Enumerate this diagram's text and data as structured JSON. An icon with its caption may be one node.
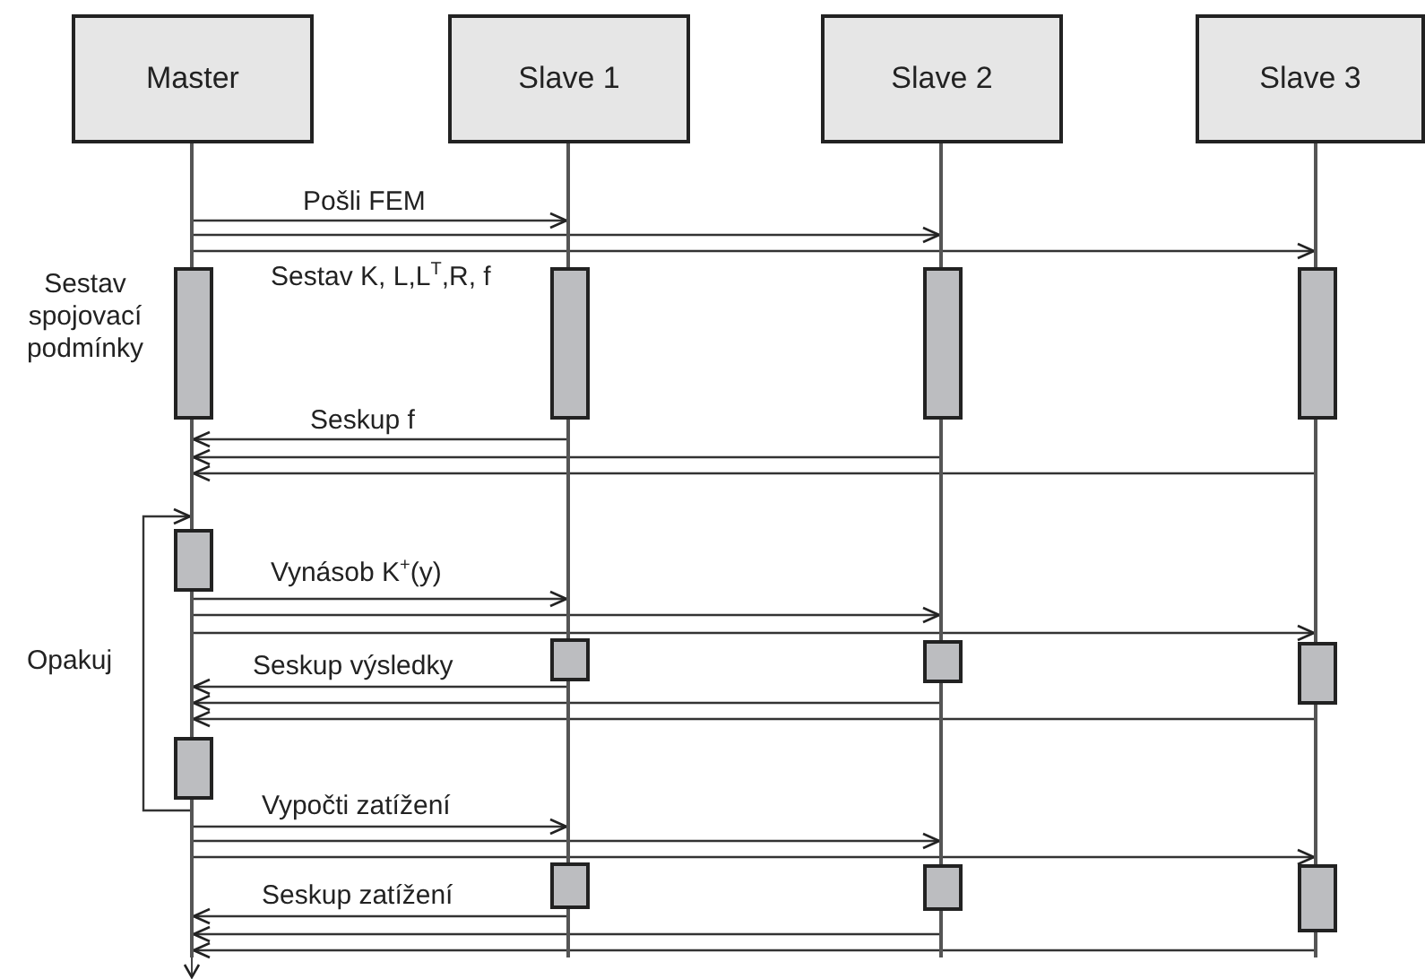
{
  "diagram": {
    "nodes": [
      {
        "text": [
          "Master"
        ]
      },
      {
        "text": [
          "Slave 1"
        ]
      },
      {
        "text": [
          "Slave 2"
        ]
      },
      {
        "text": [
          "Slave 3"
        ]
      },
      {
        "text": [],
        "shape": "line"
      },
      {
        "text": [],
        "shape": "line"
      },
      {
        "text": [],
        "shape": "line"
      },
      {
        "text": [],
        "shape": "line"
      },
      {
        "text": [],
        "shape": "bar",
        "beside": [
          "Sestav spojovací podmínky"
        ]
      },
      {
        "text": [],
        "shape": "bar"
      },
      {
        "text": [],
        "shape": "bar"
      },
      {
        "text": [],
        "shape": "bar"
      },
      {
        "text": [],
        "shape": "bar"
      },
      {
        "text": [],
        "shape": "bar"
      },
      {
        "text": [],
        "shape": "bar"
      },
      {
        "text": [],
        "shape": "bar"
      },
      {
        "text": [],
        "shape": "bar"
      },
      {
        "text": [],
        "shape": "bar"
      },
      {
        "text": [],
        "shape": "bar"
      },
      {
        "text": [],
        "shape": "bar"
      }
    ],
    "edges": [
      {
        "from": 4,
        "to": 5,
        "arrow": "to",
        "label": "Pošli FEM"
      },
      {
        "from": 4,
        "to": 6,
        "arrow": "to"
      },
      {
        "from": 4,
        "to": 7,
        "arrow": "to"
      },
      {
        "from": 5,
        "to": 4,
        "arrow": "to",
        "label": "Seskup f"
      },
      {
        "from": 6,
        "to": 4,
        "arrow": "to"
      },
      {
        "from": 7,
        "to": 4,
        "arrow": "to"
      },
      {
        "from": 4,
        "to": 4,
        "arrow": "to",
        "label": "Opakuj"
      },
      {
        "from": 4,
        "to": 5,
        "arrow": "to",
        "label": "Vynásob K$^{+}$(y)"
      },
      {
        "from": 4,
        "to": 6,
        "arrow": "to"
      },
      {
        "from": 4,
        "to": 7,
        "arrow": "to"
      },
      {
        "from": 5,
        "to": 4,
        "arrow": "to",
        "label": "Seskup výsledky"
      },
      {
        "from": 6,
        "to": 4,
        "arrow": "to"
      },
      {
        "from": 7,
        "to": 4,
        "arrow": "to"
      },
      {
        "from": 4,
        "to": 5,
        "arrow": "to",
        "label": "Vypočti zatížení"
      },
      {
        "from": 4,
        "to": 6,
        "arrow": "to"
      },
      {
        "from": 4,
        "to": 7,
        "arrow": "to"
      },
      {
        "from": 5,
        "to": 4,
        "arrow": "to",
        "label": "Seskup zatížení"
      },
      {
        "from": 6,
        "to": 4,
        "arrow": "to"
      },
      {
        "from": 7,
        "to": 4,
        "arrow": "to"
      }
    ],
    "labels": [
      "Sestav K, L,L$^{T}$,R, f"
    ]
  }
}
